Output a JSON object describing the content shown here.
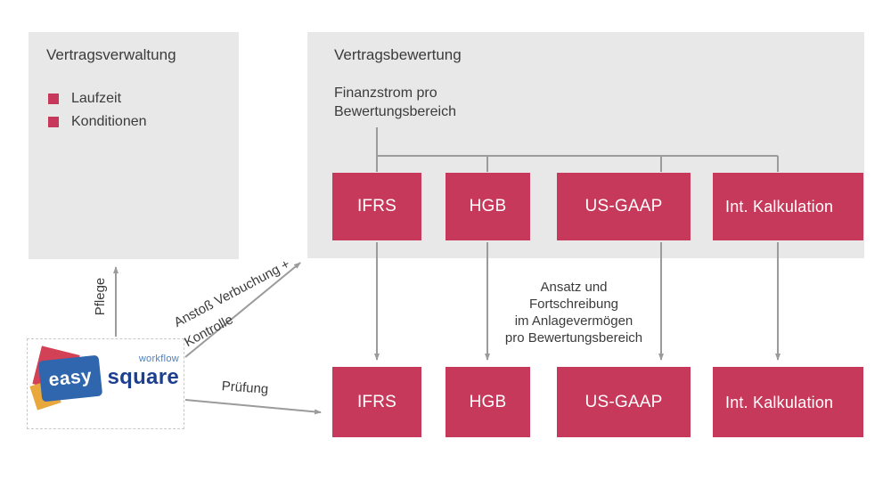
{
  "palette": {
    "crimson": "#c6395b",
    "panel_gray": "#e9e8e8",
    "arrow_gray": "#9b9b9b",
    "logo_blue": "#2f66ad",
    "logo_navy": "#1c3f8e",
    "logo_red": "#d34156",
    "logo_yellow": "#e9a83c"
  },
  "left_panel": {
    "title": "Vertragsverwaltung",
    "items": [
      "Laufzeit",
      "Konditionen"
    ]
  },
  "right_panel": {
    "title": "Vertragsbewertung",
    "subtitle": "Finanzstrom pro\nBewertungsbereich",
    "boxes": [
      "IFRS",
      "HGB",
      "US-GAAP",
      "Int. Kalkulation"
    ]
  },
  "bottom_row": {
    "boxes": [
      "IFRS",
      "HGB",
      "US-GAAP",
      "Int. Kalkulation"
    ]
  },
  "arrows": {
    "pflege_label": "Pflege",
    "anstoss_label": "Anstoß Verbuchung +\nKontrolle",
    "pruefung_label": "Prüfung",
    "ansatz_note": "Ansatz und\nFortschreibung\nim Anlagevermögen\npro Bewertungsbereich"
  },
  "logo": {
    "easy": "easy",
    "square": "square",
    "workflow": "workflow"
  }
}
